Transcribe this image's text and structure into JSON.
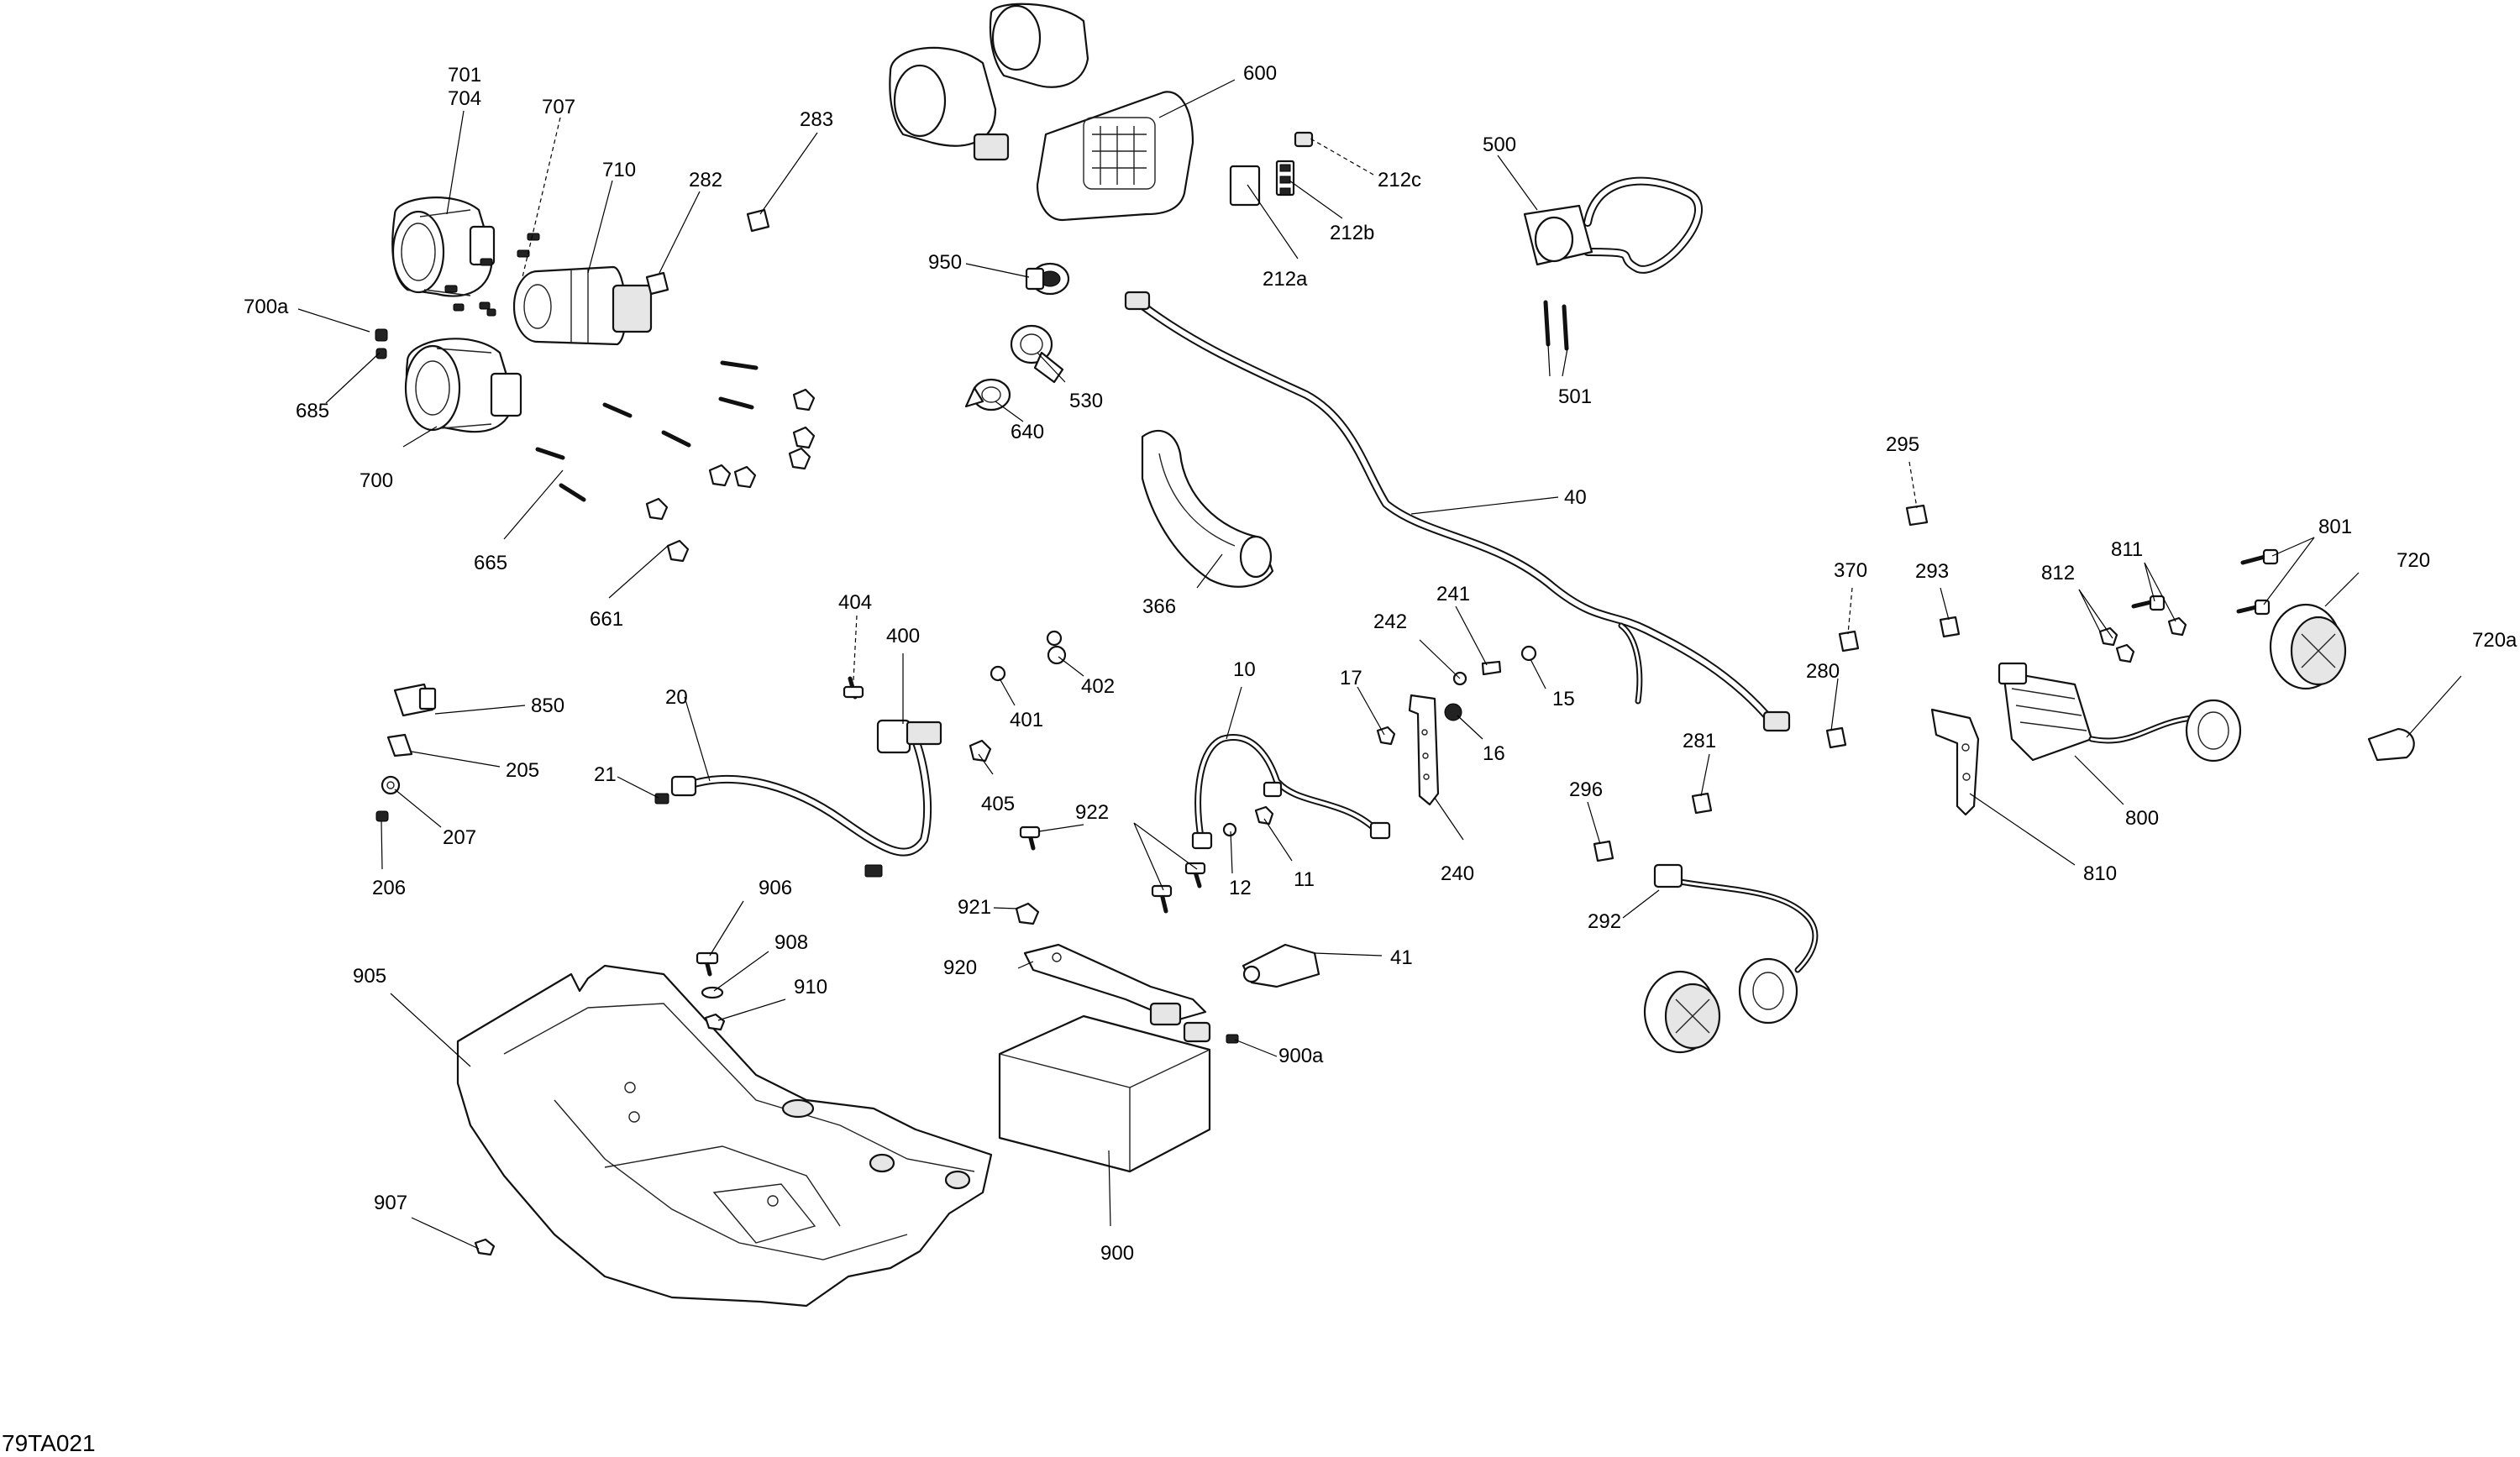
{
  "diagram_code": "79TA021",
  "labels": {
    "l701": "701",
    "l704": "704",
    "l707": "707",
    "l710": "710",
    "l282": "282",
    "l283": "283",
    "l600": "600",
    "l212c": "212c",
    "l212b": "212b",
    "l212a": "212a",
    "l500": "500",
    "l700a": "700a",
    "l685": "685",
    "l700": "700",
    "l665": "665",
    "l661": "661",
    "l950": "950",
    "l530": "530",
    "l640": "640",
    "l501": "501",
    "l40": "40",
    "l366": "366",
    "l295": "295",
    "l801": "801",
    "l720": "720",
    "l720a": "720a",
    "l370": "370",
    "l293": "293",
    "l812": "812",
    "l811": "811",
    "l404": "404",
    "l400": "400",
    "l402": "402",
    "l401": "401",
    "l405": "405",
    "l850": "850",
    "l205": "205",
    "l20": "20",
    "l21": "21",
    "l207": "207",
    "l206": "206",
    "l10": "10",
    "l17": "17",
    "l242": "242",
    "l241": "241",
    "l15": "15",
    "l16": "16",
    "l280": "280",
    "l281": "281",
    "l12": "12",
    "l11": "11",
    "l240": "240",
    "l922": "922",
    "l921": "921",
    "l296": "296",
    "l292": "292",
    "l810": "810",
    "l800": "800",
    "l906": "906",
    "l908": "908",
    "l910": "910",
    "l905": "905",
    "l920": "920",
    "l41": "41",
    "l900a": "900a",
    "l907": "907",
    "l900": "900"
  }
}
